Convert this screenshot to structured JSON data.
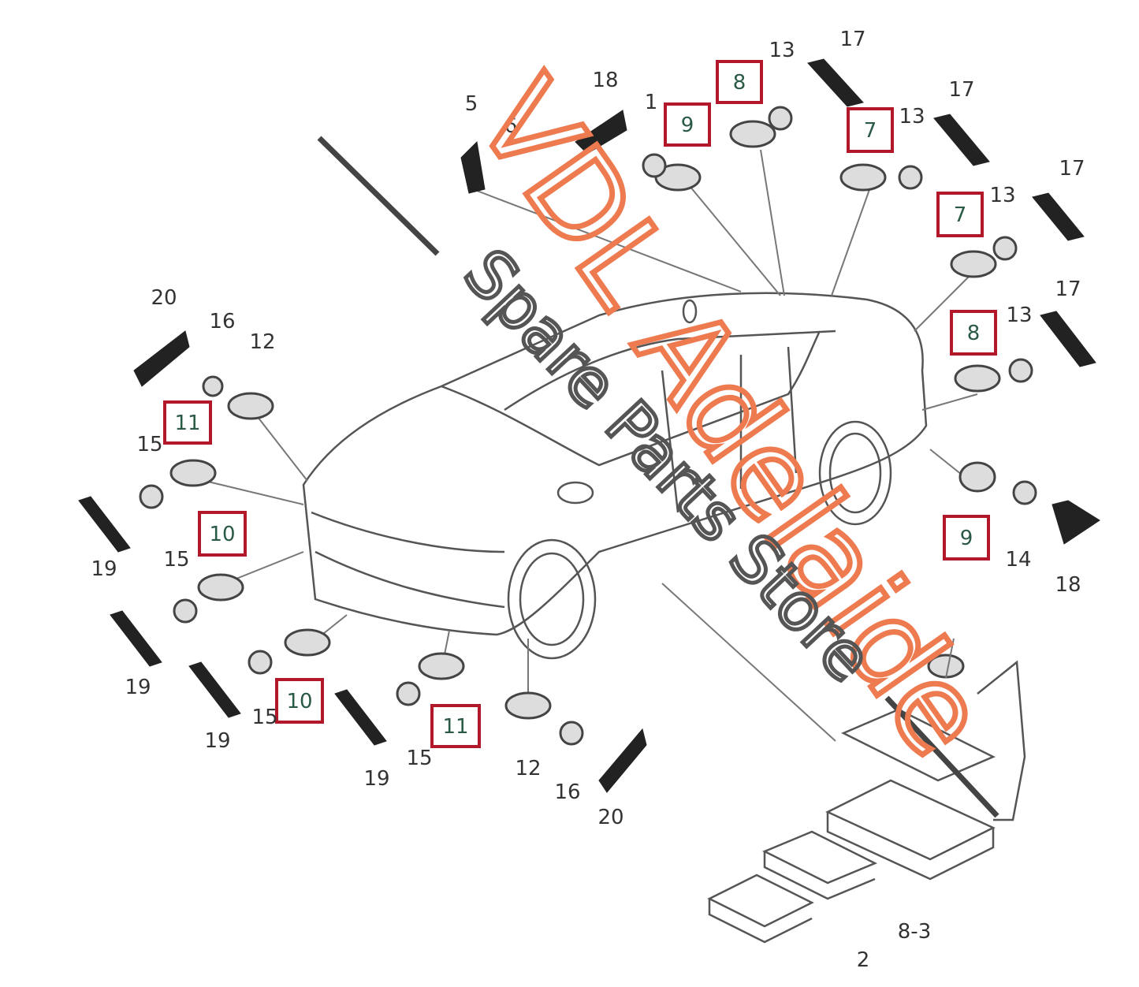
{
  "diagram": {
    "highlighted_callouts": [
      "8",
      "9",
      "7",
      "7",
      "8",
      "9",
      "11",
      "10",
      "10",
      "11"
    ],
    "callouts": [
      "5",
      "6",
      "18",
      "1",
      "13",
      "17",
      "13",
      "17",
      "13",
      "17",
      "13",
      "17",
      "14",
      "18",
      "20",
      "16",
      "12",
      "15",
      "19",
      "15",
      "19",
      "19",
      "15",
      "19",
      "15",
      "12",
      "16",
      "20",
      "2",
      "8-3"
    ],
    "accent_color": "#b3172a"
  },
  "watermark": {
    "brand": "VDL Adelaide",
    "tagline": "Spare Parts Store",
    "brand_color": "#ee7a50",
    "tagline_color": "#555555"
  }
}
